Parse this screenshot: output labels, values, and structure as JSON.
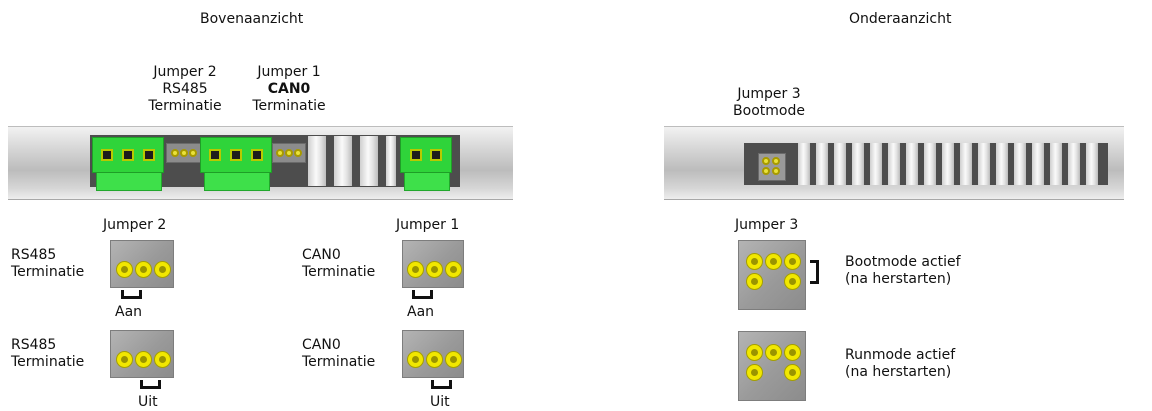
{
  "top_view": {
    "title": "Bovenaanzicht",
    "jumper2_header": {
      "name": "Jumper 2",
      "line1": "RS485",
      "line2": "Terminatie"
    },
    "jumper1_header": {
      "name": "Jumper 1",
      "line1": "CAN0",
      "line2": "Terminatie"
    }
  },
  "bottom_view": {
    "title": "Onderaanzicht",
    "jumper3_header": {
      "name": "Jumper 3",
      "line1": "Bootmode"
    }
  },
  "details": {
    "jumper2": {
      "name": "Jumper 2",
      "on": {
        "line1": "RS485",
        "line2": "Terminatie",
        "state": "Aan"
      },
      "off": {
        "line1": "RS485",
        "line2": "Terminatie",
        "state": "Uit"
      }
    },
    "jumper1": {
      "name": "Jumper 1",
      "on": {
        "line1": "CAN0",
        "line2": "Terminatie",
        "state": "Aan"
      },
      "off": {
        "line1": "CAN0",
        "line2": "Terminatie",
        "state": "Uit"
      }
    },
    "jumper3": {
      "name": "Jumper 3",
      "boot": {
        "line1": "Bootmode actief",
        "line2": "(na herstarten)"
      },
      "run": {
        "line1": "Runmode actief",
        "line2": "(na herstarten)"
      }
    }
  },
  "colors": {
    "connector_green": "#2fd43a",
    "pin_yellow": "#f1e700",
    "housing_grey": "#c8c8c8"
  }
}
